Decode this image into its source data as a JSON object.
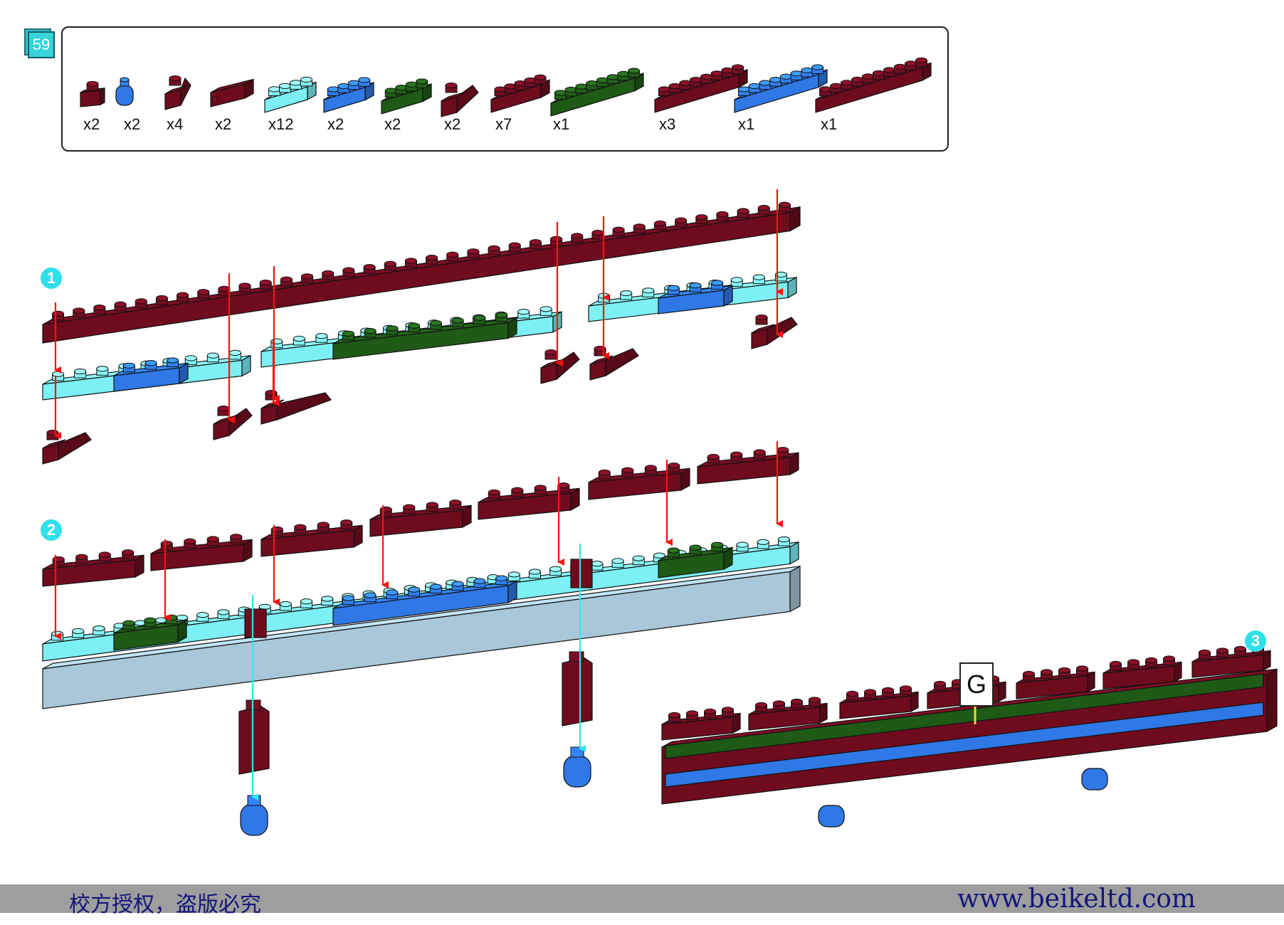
{
  "page_number": "59",
  "parts_list": {
    "items": [
      {
        "count": "x2",
        "color": "#6e0c1e",
        "shape": "brick-1x1"
      },
      {
        "count": "x2",
        "color": "#2f78e6",
        "shape": "round-1x1"
      },
      {
        "count": "x4",
        "color": "#6e0c1e",
        "shape": "slope-1x2"
      },
      {
        "count": "x2",
        "color": "#6e0c1e",
        "shape": "brick-1x2-side"
      },
      {
        "count": "x12",
        "color": "#7df0f6",
        "shape": "plate-1x3"
      },
      {
        "count": "x2",
        "color": "#2f78e6",
        "shape": "plate-1x3"
      },
      {
        "count": "x2",
        "color": "#1f5a17",
        "shape": "plate-1x3"
      },
      {
        "count": "x2",
        "color": "#6e0c1e",
        "shape": "slope-1x3"
      },
      {
        "count": "x7",
        "color": "#6e0c1e",
        "shape": "plate-1x4"
      },
      {
        "count": "x1",
        "color": "#1f5a17",
        "shape": "plate-1x8"
      },
      {
        "count": "x3",
        "color": "#6e0c1e",
        "shape": "plate-1x8"
      },
      {
        "count": "x1",
        "color": "#2f78e6",
        "shape": "plate-1x8"
      },
      {
        "count": "x1",
        "color": "#6e0c1e",
        "shape": "plate-1x10"
      }
    ]
  },
  "steps": [
    {
      "number": "1"
    },
    {
      "number": "2"
    },
    {
      "number": "3"
    }
  ],
  "sticker_label": "G",
  "colors": {
    "dark_red": "#6e0c1e",
    "light_aqua": "#7df0f6",
    "medium_blue": "#2f78e6",
    "dark_green": "#1f5a17",
    "light_stone": "#a9c7d8",
    "arrow_red": "#ff1010",
    "arrow_cyan": "#2fe6ee",
    "footer_gray": "#9e9e9e",
    "footer_text": "#14157a"
  },
  "footer": {
    "left_text": "校方授权，盗版必究",
    "right_text": "www.beikeltd.com"
  }
}
